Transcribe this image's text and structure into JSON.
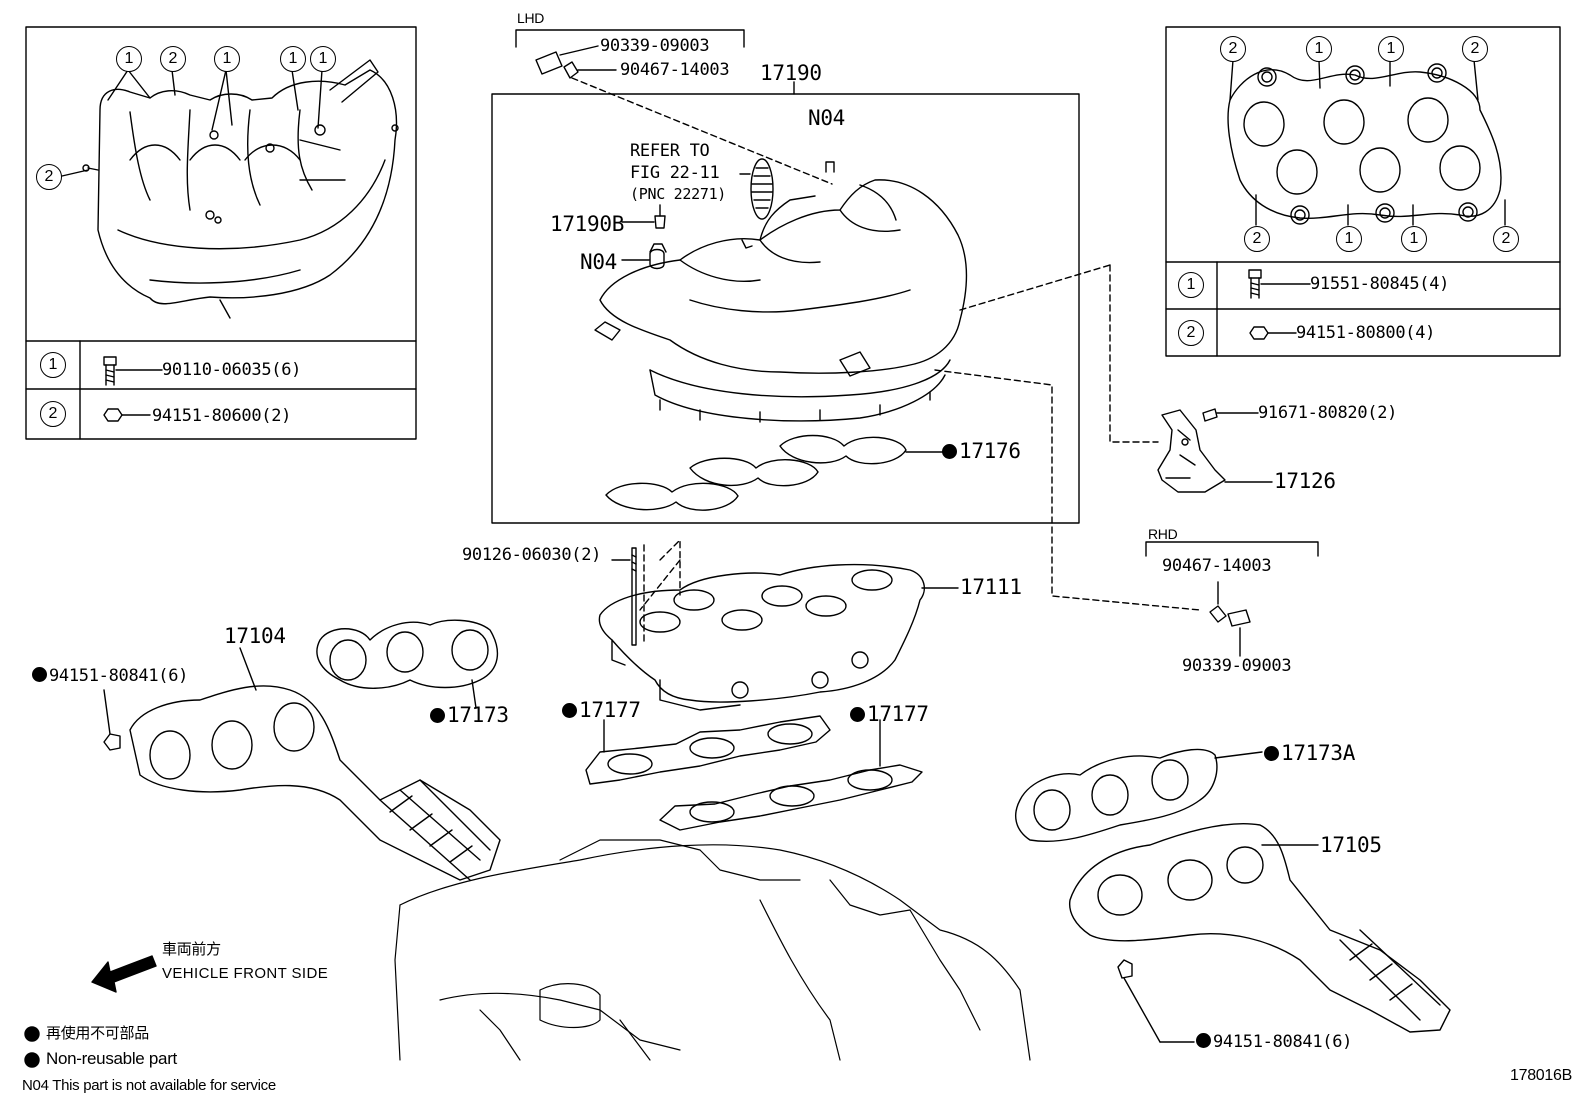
{
  "diagram_id": "178016B",
  "lhd_note": {
    "group": "LHD",
    "pipe": "90339-09003",
    "clip": "90467-14003"
  },
  "rhd_note": {
    "group": "RHD",
    "clip": "90467-14003",
    "pipe": "90339-09003"
  },
  "intake_manifold": {
    "part": "17190",
    "n04_top": "N04",
    "refer_lines": [
      "REFER TO",
      "FIG 22-11",
      "(PNC 22271)"
    ],
    "sub_part": "17190B",
    "n04_mid": "N04",
    "gasket": "17176"
  },
  "left_inset": {
    "callouts": [
      "1",
      "2",
      "1",
      "1",
      "1",
      "2"
    ],
    "table": [
      {
        "index": "1",
        "part": "90110-06035(6)",
        "icon": "bolt-icon"
      },
      {
        "index": "2",
        "part": "94151-80600(2)",
        "icon": "nut-icon"
      }
    ]
  },
  "right_inset": {
    "callouts": [
      "2",
      "1",
      "1",
      "2",
      "2",
      "1",
      "1",
      "2"
    ],
    "table": [
      {
        "index": "1",
        "part": "91551-80845(4)",
        "icon": "bolt-icon"
      },
      {
        "index": "2",
        "part": "94151-80800(4)",
        "icon": "nut-icon"
      }
    ]
  },
  "bracket": {
    "bolt": "91671-80820(2)",
    "part": "17126"
  },
  "plenum": {
    "stud": "90126-06030(2)",
    "part": "17111",
    "gasket_left": "17177",
    "gasket_right": "17177"
  },
  "left_exhaust": {
    "part": "17104",
    "nut": "94151-80841(6)",
    "gasket": "17173"
  },
  "right_exhaust": {
    "gasket": "17173A",
    "part": "17105",
    "nut": "94151-80841(6)"
  },
  "legend": {
    "direction_jp": "車両前方",
    "direction_en": "VEHICLE FRONT SIDE",
    "nonreusable_jp": "再使用不可部品",
    "nonreusable_en": "Non-reusable part",
    "n04_note": "N04 This part is not available for service"
  }
}
